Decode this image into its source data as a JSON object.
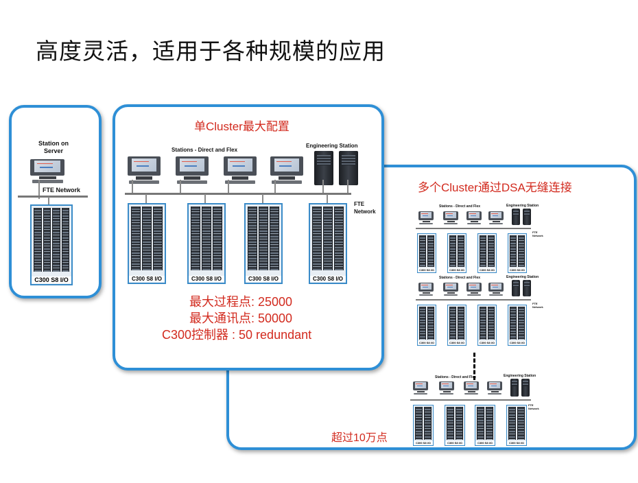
{
  "title": "高度灵活，适用于各种规模的应用",
  "colors": {
    "panel_border": "#2e8fd6",
    "red_text": "#d22a1e",
    "cabinet_border": "#3a8bc8"
  },
  "left_panel": {
    "station_label": "Station on Server",
    "network_label": "FTE Network",
    "cabinet_label": "C300 S8 I/O"
  },
  "middle_panel": {
    "heading": "单Cluster最大配置",
    "stations_label": "Stations - Direct and Flex",
    "engineering_label": "Engineering Station",
    "network_label": "FTE Network",
    "cabinet_label": "C300 S8 I/O",
    "stats": [
      "最大过程点: 25000",
      "最大通讯点: 50000",
      "C300控制器 : 50 redundant"
    ]
  },
  "right_panel": {
    "heading": "多个Cluster通过DSA无缝连接",
    "footer": "超过10万点",
    "stations_label": "Stations - Direct and Flex",
    "engineering_label": "Engineering Station",
    "network_label": "FTE Network",
    "cabinet_label": "C300 S8 I/O"
  }
}
